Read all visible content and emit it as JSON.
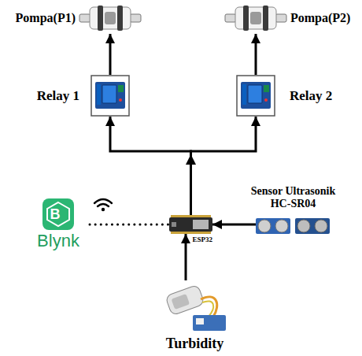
{
  "diagram": {
    "nodes": [
      {
        "text": [
          "Pompa(P1)"
        ]
      },
      {
        "text": [
          "Pompa(P2)"
        ]
      },
      {
        "text": [
          "Relay 1"
        ]
      },
      {
        "text": [
          "Relay 2"
        ]
      },
      {
        "text": [
          "B",
          "Blynk"
        ]
      },
      {
        "text": [
          "ESP32"
        ]
      },
      {
        "text": [
          "Sensor Ultrasonik HC-SR04"
        ]
      },
      {
        "text": [
          "Turbidity"
        ]
      }
    ],
    "edges": [
      {
        "from": 2,
        "to": 0,
        "arrow": "to"
      },
      {
        "from": 3,
        "to": 1,
        "arrow": "to"
      },
      {
        "from": 5,
        "to": 2,
        "arrow": "to"
      },
      {
        "from": 5,
        "to": 3,
        "arrow": "to"
      },
      {
        "from": 4,
        "to": 5,
        "arrow": "none"
      },
      {
        "from": 6,
        "to": 5,
        "arrow": "to"
      },
      {
        "from": 7,
        "to": 5,
        "arrow": "to"
      }
    ]
  }
}
